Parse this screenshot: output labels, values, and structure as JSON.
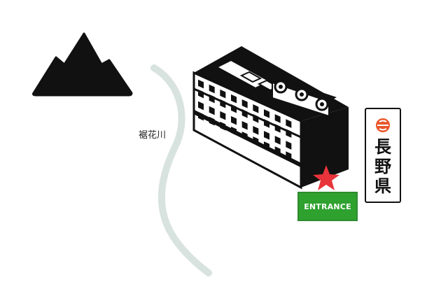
{
  "map": {
    "river_label": "裾花川",
    "entrance_label": "ENTRANCE",
    "sign_text": "長野県"
  },
  "colors": {
    "river": "#d8e3e0",
    "building": "#111111",
    "entrance_green": "#2ea12e",
    "star_red": "#e8333a",
    "emblem_orange": "#e8562a"
  },
  "icons": {
    "mountain": "mountain-icon",
    "building": "building-icon",
    "marker": "star-marker-icon",
    "emblem": "prefecture-emblem-icon"
  }
}
